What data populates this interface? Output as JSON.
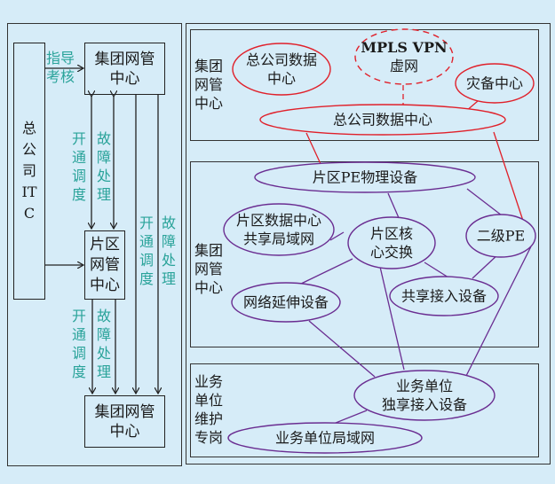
{
  "left_panel": {
    "itc_box": "总公司ITC",
    "group_top": "集团网管中心",
    "region": "片区网管中心",
    "group_bottom": "集团网管中心",
    "guide_label": "指导考核",
    "edges": {
      "open_dispatch": "开通调度",
      "fault_handling": "故障处理"
    }
  },
  "right_panel": {
    "zones": [
      {
        "label": "集团网管中心"
      },
      {
        "label": "集团网管中心"
      },
      {
        "label": "业务单位维护专岗"
      }
    ],
    "nodes": {
      "hq_dc_small": "总公司数据中心",
      "mpls_line1": "MPLS VPN",
      "mpls_line2": "虚网",
      "dr_center": "灾备中心",
      "hq_dc": "总公司数据中心",
      "region_pe": "片区PE物理设备",
      "region_dc_line1": "片区数据中心",
      "region_dc_line2": "共享局域网",
      "core_line1": "片区核",
      "core_line2": "心交换",
      "second_pe": "二级PE",
      "net_ext": "网络延伸设备",
      "shared_access": "共享接入设备",
      "biz_access_line1": "业务单位",
      "biz_access_line2": "独享接入设备",
      "biz_lan": "业务单位局域网"
    },
    "colors": {
      "red": "#e0202a",
      "purple": "#6a2d91",
      "teal": "#2aa39a"
    }
  }
}
